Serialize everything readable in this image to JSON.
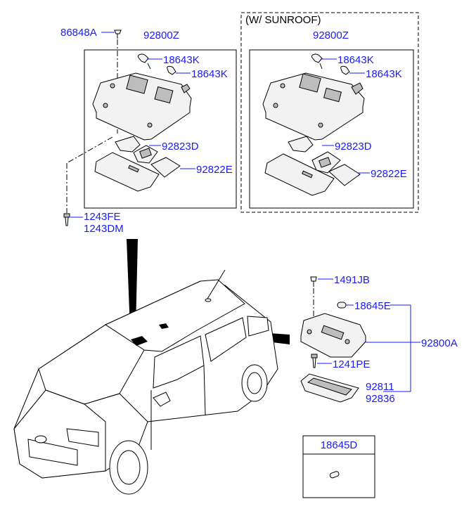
{
  "diagram": {
    "sunroof_header": "(W/ SUNROOF)",
    "colors": {
      "part_number": "#1a1aff",
      "outline": "#000000"
    },
    "left_group": {
      "clip": "86848A",
      "assembly": "92800Z",
      "bulb_a": "18643K",
      "bulb_b": "18643K",
      "lens": "92823D",
      "cover": "92822E",
      "screw_1": "1243FE",
      "screw_2": "1243DM"
    },
    "sunroof_group": {
      "assembly": "92800Z",
      "bulb_a": "18643K",
      "bulb_b": "18643K",
      "lens": "92823D",
      "cover": "92822E"
    },
    "rear_group": {
      "clip": "1491JB",
      "bulb": "18645E",
      "assembly": "92800A",
      "screw": "1241PE",
      "lens_1": "92811",
      "lens_2": "92836"
    },
    "inset_box": {
      "part": "18645D"
    }
  }
}
